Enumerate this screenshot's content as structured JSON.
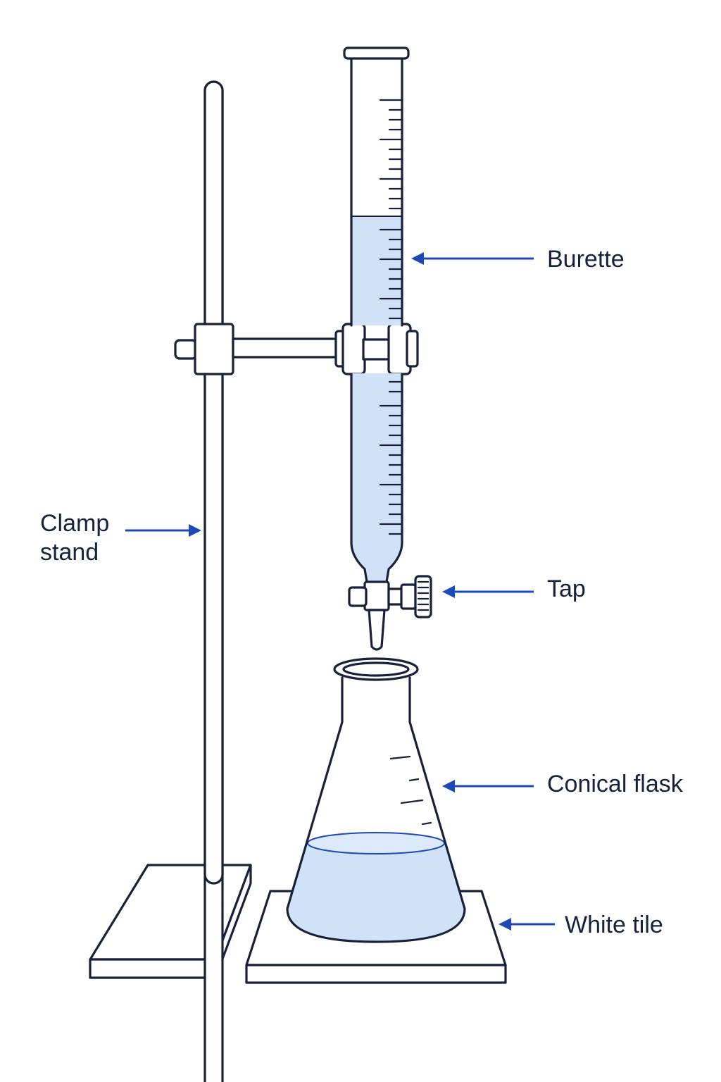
{
  "labels": {
    "burette": "Burette",
    "clamp_stand": [
      "Clamp",
      "stand"
    ],
    "tap": "Tap",
    "conical_flask": "Conical flask",
    "white_tile": "White tile"
  },
  "colors": {
    "outline": "#18203a",
    "liquid": "#cfe2f8",
    "arrow": "#1d49b6",
    "text": "#16223d"
  }
}
